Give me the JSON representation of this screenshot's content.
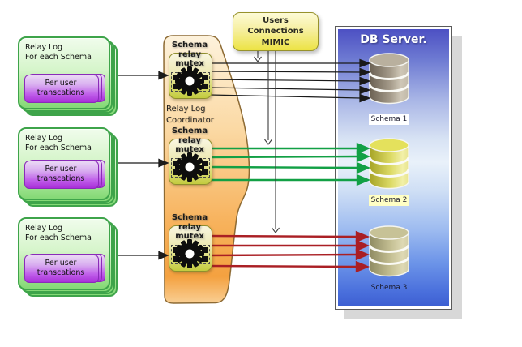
{
  "relay_logs": [
    {
      "title_line1": "Relay Log",
      "title_line2": "For each Schema",
      "inner_line1": "Per user",
      "inner_line2": "transcations"
    },
    {
      "title_line1": "Relay Log",
      "title_line2": "For each Schema",
      "inner_line1": "Per user",
      "inner_line2": "transcations"
    },
    {
      "title_line1": "Relay Log",
      "title_line2": "For each Schema",
      "inner_line1": "Per user",
      "inner_line2": "transcations"
    }
  ],
  "coordinator": {
    "label_line1": "Relay Log",
    "label_line2": "Coordinator",
    "mutexes": [
      {
        "line1": "Schema",
        "line2": "relay",
        "line3": "mutex"
      },
      {
        "line1": "Schema",
        "line2": "relay",
        "line3": "mutex"
      },
      {
        "line1": "Schema",
        "line2": "relay",
        "line3": "mutex"
      }
    ]
  },
  "mimic": {
    "line1": "Users Connections",
    "line2": "MIMIC"
  },
  "db_server": {
    "title": "DB Server.",
    "schemas": [
      {
        "label": "Schema 1"
      },
      {
        "label": "Schema 2"
      },
      {
        "label": "Schema 3"
      }
    ]
  },
  "icons": {
    "gear": "gear-icon",
    "database": "database-cylinder-icon",
    "filmstrip": "filmstrip-icon",
    "arrow_down": "arrow-down-icon",
    "arrow_right": "arrow-right-icon"
  },
  "colors": {
    "green_box_border": "#3ea44a",
    "green_box_fill_top": "#f0fcec",
    "green_box_fill_bottom": "#83d975",
    "purple_box_fill_top": "#ead9f5",
    "purple_box_fill_bottom": "#a82fd8",
    "purple_box_border": "#8a2bb8",
    "coordinator_fill_top": "#fdf2dc",
    "coordinator_fill_bottom": "#f4a140",
    "coordinator_border": "#8d6a33",
    "mutex_fill_top": "#f9f6e0",
    "mutex_fill_bottom": "#c3cc3f",
    "mimic_fill": "#ece344",
    "db_server_top": "#4a4dc2",
    "db_server_light": "#e9f1fa",
    "db_server_bottom": "#3a5cd0",
    "arrow_black": "#1a1a1a",
    "arrow_green": "#12a045",
    "arrow_red": "#aa1f24",
    "schema1_cylinder_dark": "#6b6153",
    "schema1_cylinder_light": "#cfc7b7",
    "schema2_cylinder_dark": "#a7a426",
    "schema2_cylinder_light": "#f2f0a8",
    "schema3_cylinder_dark": "#8f8b62",
    "schema3_cylinder_light": "#ded9b4",
    "schema2_label_bg": "#ffffc4",
    "schema1_label_bg": "#ffffff"
  }
}
